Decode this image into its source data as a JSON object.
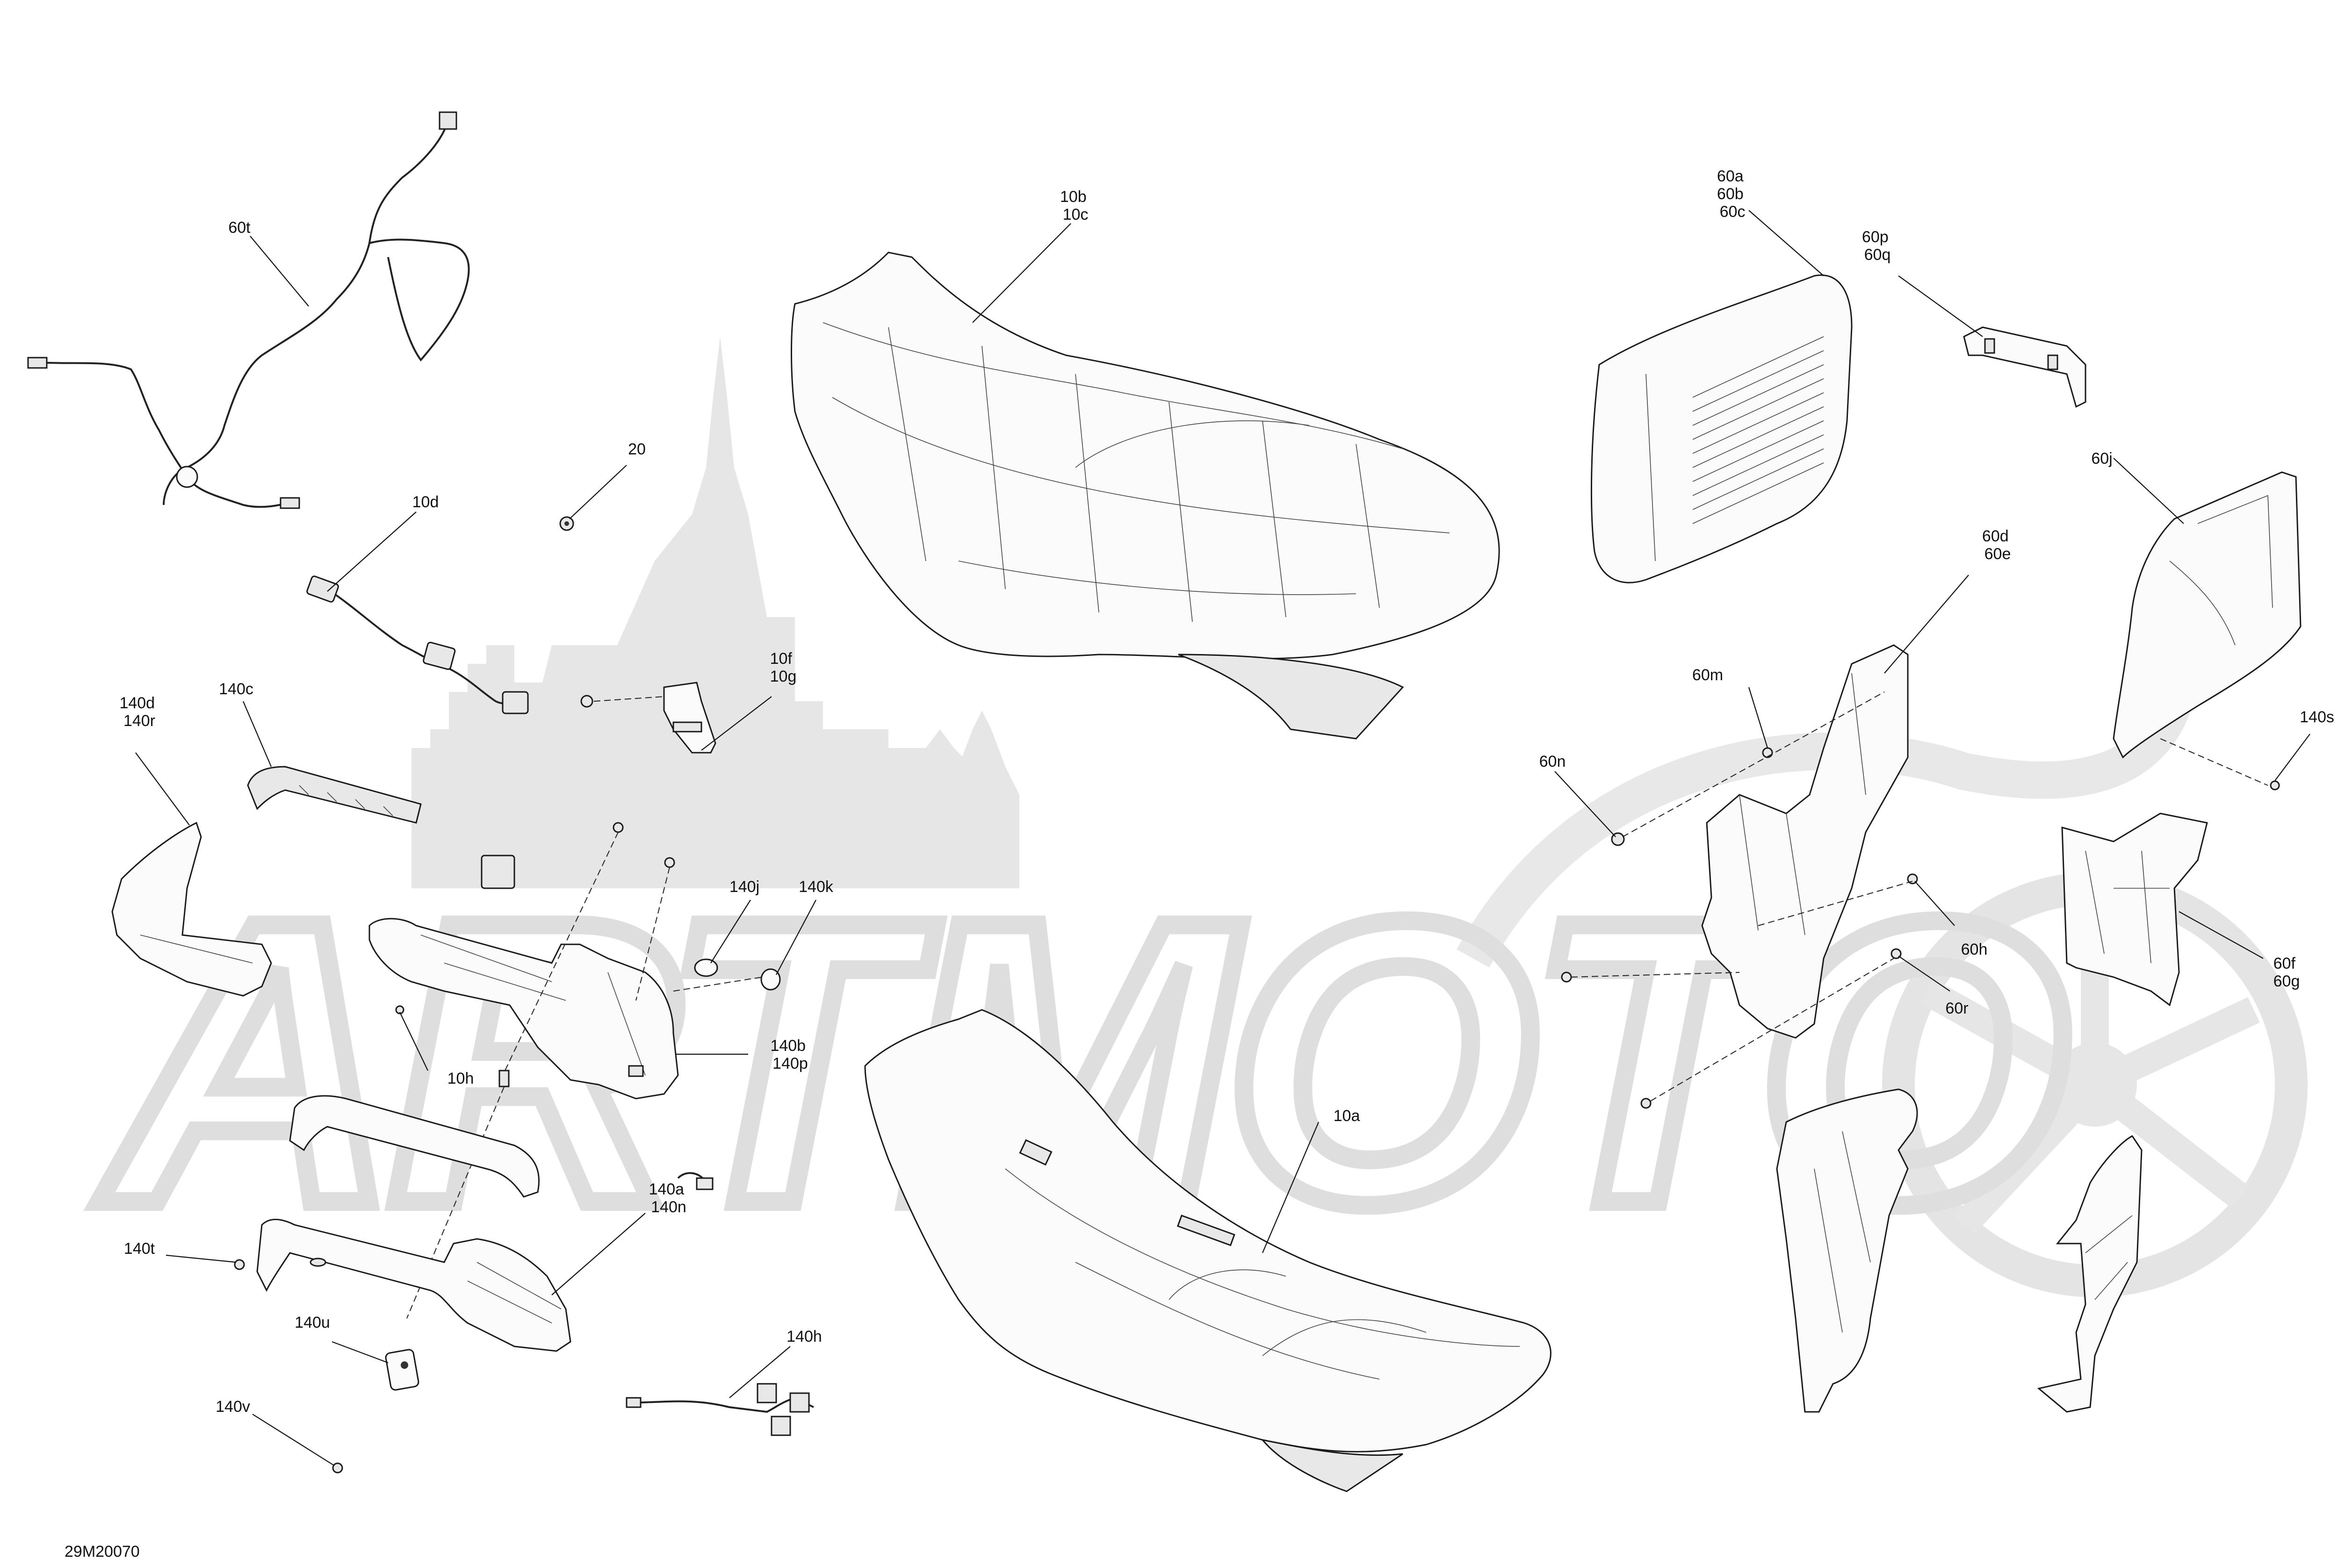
{
  "drawing_number": "29M20070",
  "watermark": {
    "text": "ARTMOTO",
    "color": "#e3e3e3"
  },
  "labels": [
    {
      "id": "60t",
      "lines": [
        "60t"
      ]
    },
    {
      "id": "20",
      "lines": [
        "20"
      ]
    },
    {
      "id": "10d",
      "lines": [
        "10d"
      ]
    },
    {
      "id": "10b",
      "lines": [
        "10b",
        "10c"
      ]
    },
    {
      "id": "10f",
      "lines": [
        "10f",
        "10g"
      ]
    },
    {
      "id": "140d",
      "lines": [
        "140d",
        "140r"
      ]
    },
    {
      "id": "140c",
      "lines": [
        "140c"
      ]
    },
    {
      "id": "140j",
      "lines": [
        "140j"
      ]
    },
    {
      "id": "140k",
      "lines": [
        "140k"
      ]
    },
    {
      "id": "10h",
      "lines": [
        "10h"
      ]
    },
    {
      "id": "140b",
      "lines": [
        "140b",
        "140p"
      ]
    },
    {
      "id": "140t",
      "lines": [
        "140t"
      ]
    },
    {
      "id": "140a",
      "lines": [
        "140a",
        "140n"
      ]
    },
    {
      "id": "140u",
      "lines": [
        "140u"
      ]
    },
    {
      "id": "140v",
      "lines": [
        "140v"
      ]
    },
    {
      "id": "140h",
      "lines": [
        "140h"
      ]
    },
    {
      "id": "10a",
      "lines": [
        "10a"
      ]
    },
    {
      "id": "60a",
      "lines": [
        "60a",
        "60b",
        "60c"
      ]
    },
    {
      "id": "60p",
      "lines": [
        "60p",
        "60q"
      ]
    },
    {
      "id": "60j",
      "lines": [
        "60j"
      ]
    },
    {
      "id": "60d",
      "lines": [
        "60d",
        "60e"
      ]
    },
    {
      "id": "60m",
      "lines": [
        "60m"
      ]
    },
    {
      "id": "60n",
      "lines": [
        "60n"
      ]
    },
    {
      "id": "140s",
      "lines": [
        "140s"
      ]
    },
    {
      "id": "60h",
      "lines": [
        "60h"
      ]
    },
    {
      "id": "60r",
      "lines": [
        "60r"
      ]
    },
    {
      "id": "60f",
      "lines": [
        "60f",
        "60g"
      ]
    }
  ]
}
